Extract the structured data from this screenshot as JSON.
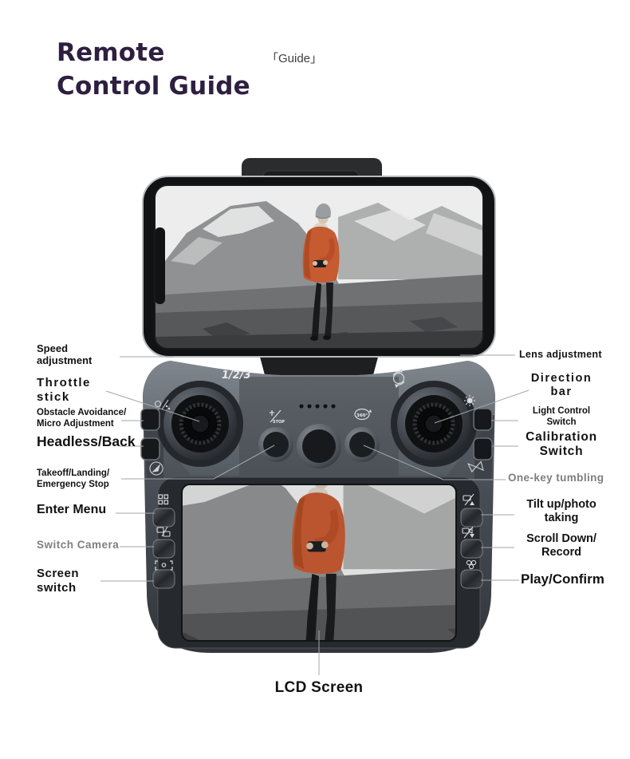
{
  "header": {
    "title": "Remote\nControl Guide",
    "tag": "「Guide」"
  },
  "figure": {
    "mode_marking": "1/2/3",
    "stop_marking": "STOP",
    "flip_marking": "360°",
    "led_dots": 5
  },
  "labels": {
    "left": [
      {
        "id": "speed-adjustment",
        "text": "Speed\nadjustment"
      },
      {
        "id": "throttle-stick",
        "text": "Throttle\nstick"
      },
      {
        "id": "obstacle-avoidance",
        "text": "Obstacle Avoidance/\nMicro Adjustment"
      },
      {
        "id": "headless-back",
        "text": "Headless/Back"
      },
      {
        "id": "takeoff-landing",
        "text": "Takeoff/Landing/\nEmergency Stop"
      },
      {
        "id": "enter-menu",
        "text": "Enter Menu"
      },
      {
        "id": "switch-camera",
        "text": "Switch Camera"
      },
      {
        "id": "screen-switch",
        "text": "Screen\nswitch"
      }
    ],
    "right": [
      {
        "id": "lens-adjustment",
        "text": "Lens adjustment"
      },
      {
        "id": "direction-bar",
        "text": "Direction\nbar"
      },
      {
        "id": "light-control-switch",
        "text": "Light Control\nSwitch"
      },
      {
        "id": "calibration-switch",
        "text": "Calibration\nSwitch"
      },
      {
        "id": "one-key-tumbling",
        "text": "One-key tumbling"
      },
      {
        "id": "tilt-up-photo",
        "text": "Tilt up/photo\ntaking"
      },
      {
        "id": "scroll-down-record",
        "text": "Scroll Down/\nRecord"
      },
      {
        "id": "play-confirm",
        "text": "Play/Confirm"
      }
    ],
    "bottom": [
      {
        "id": "lcd-screen",
        "text": "LCD Screen"
      }
    ]
  },
  "icons": [
    "obstacle-avoidance-icon",
    "compass-headless-icon",
    "takeoff-stop-icon",
    "flip-360-icon",
    "lens-adjustment-icon",
    "light-sun-icon",
    "tumbling-butterfly-icon",
    "menu-grid-icon",
    "switch-camera-icon",
    "screen-switch-icon",
    "tilt-up-camera-icon",
    "record-camera-icon",
    "play-reel-icon"
  ],
  "colors": {
    "title": "#2e1f40",
    "label": "#121212",
    "label_muted": "#7f7f7f",
    "leader_line": "#a3a6a9",
    "controller_body": "#4a4f57",
    "controller_shoulder": "#7b818a",
    "jacket_accent": "#c65a31"
  }
}
